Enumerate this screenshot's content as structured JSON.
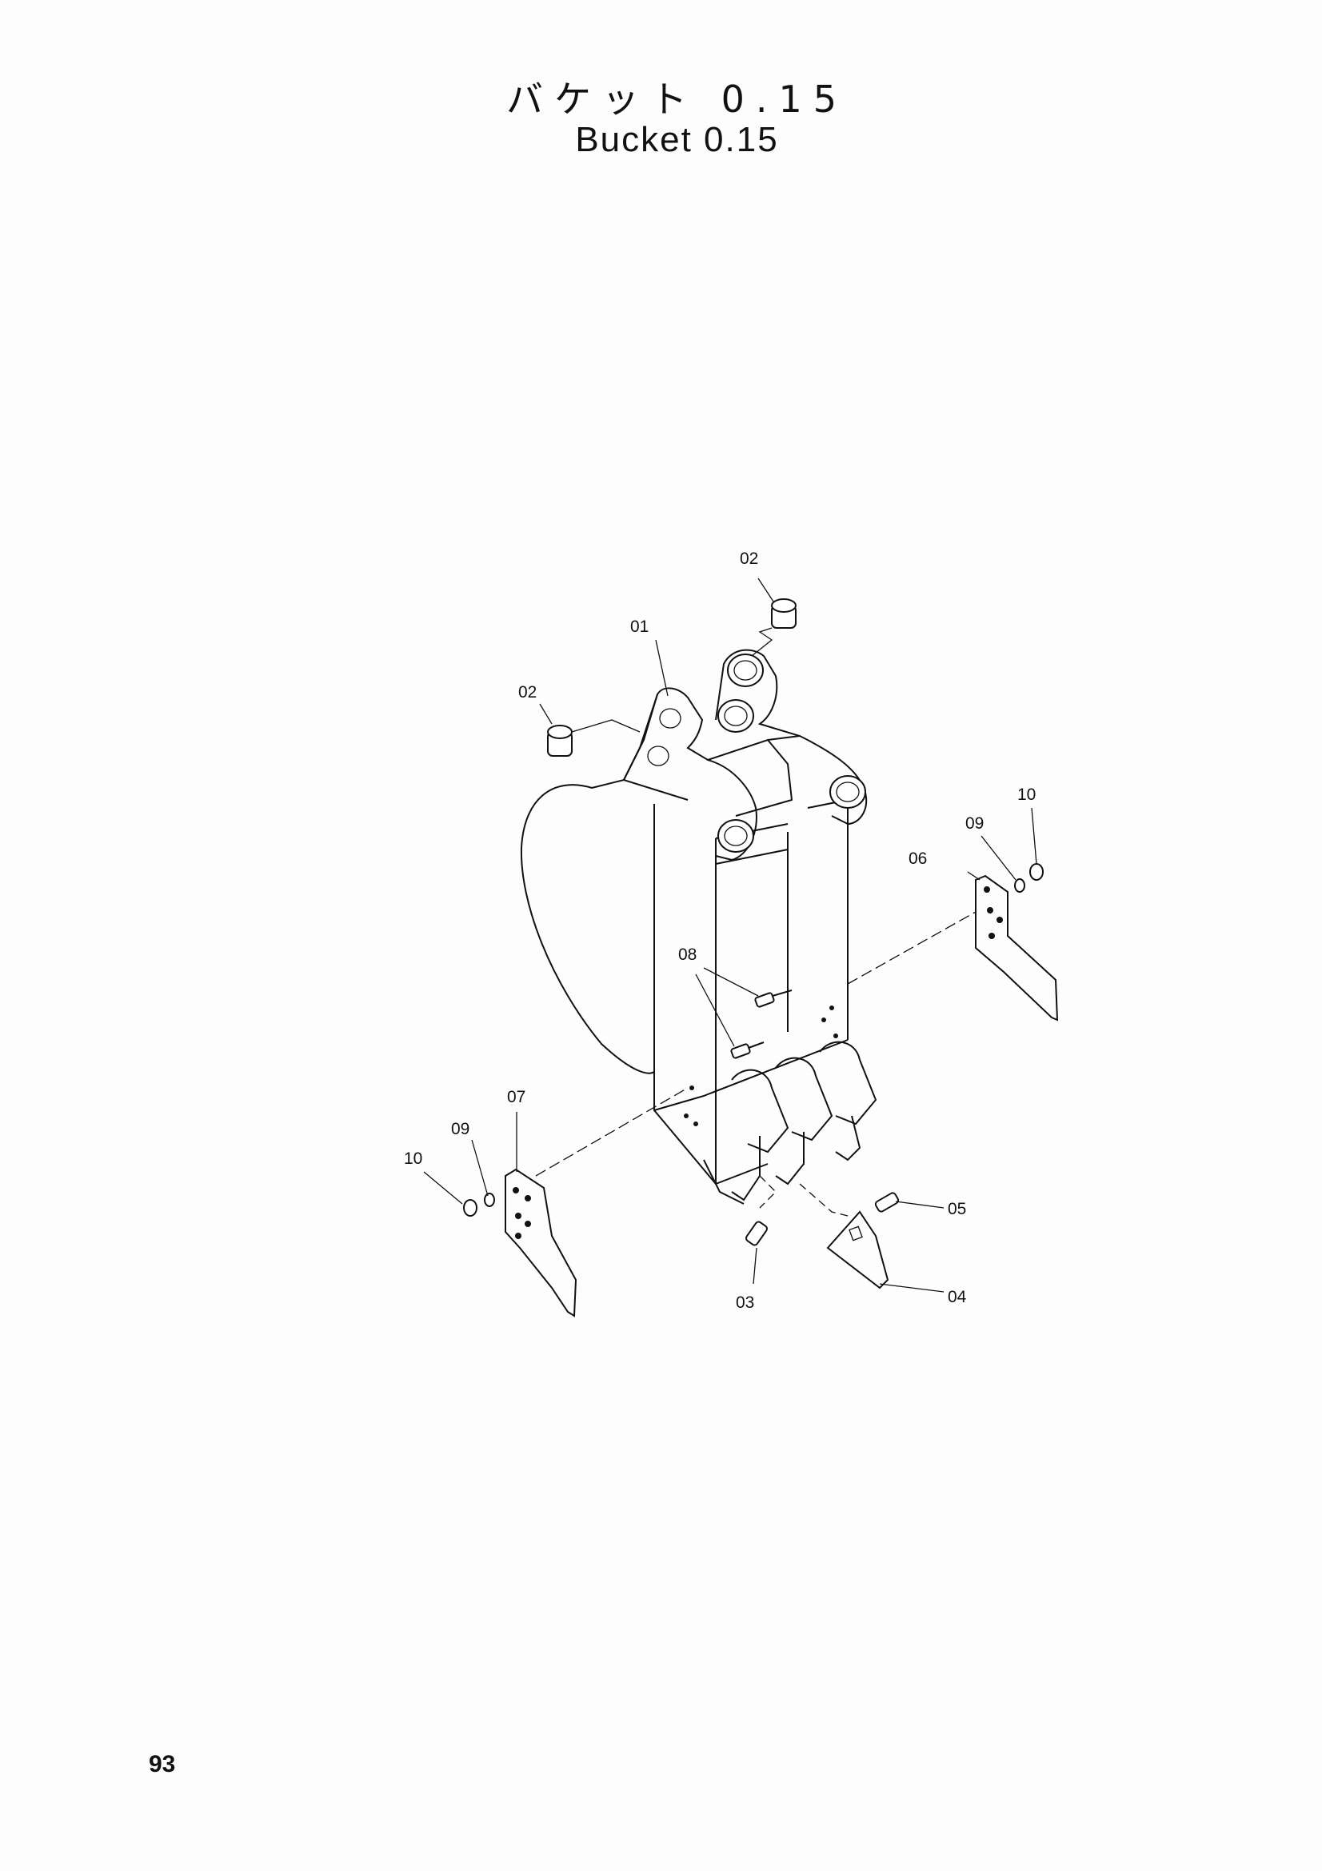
{
  "header": {
    "title_jp": "バケット 0.15",
    "title_en": "Bucket 0.15"
  },
  "diagram": {
    "callouts": [
      "01",
      "02",
      "02",
      "03",
      "04",
      "05",
      "06",
      "07",
      "08",
      "09",
      "09",
      "10",
      "10"
    ]
  },
  "footer": {
    "page_number": "93"
  }
}
